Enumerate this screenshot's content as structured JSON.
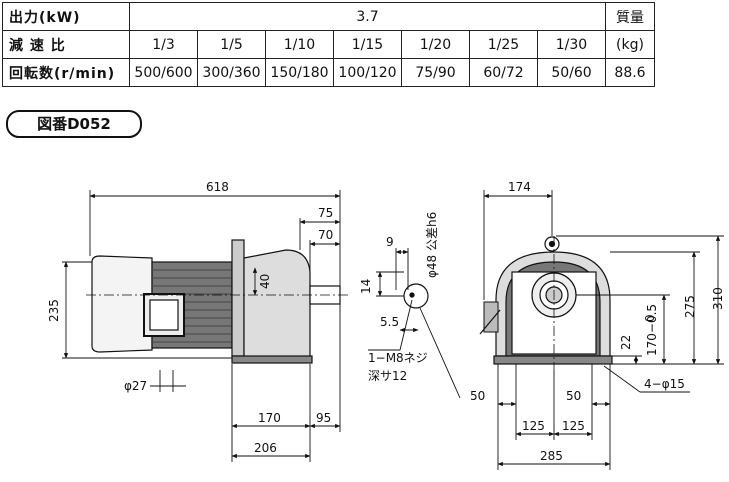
{
  "table": {
    "output_label": "出力(kW)",
    "output_value": "3.7",
    "mass_label": "質量",
    "mass_unit": "(kg)",
    "ratio_label": "減 速 比",
    "ratios": [
      "1/3",
      "1/5",
      "1/10",
      "1/15",
      "1/20",
      "1/25",
      "1/30"
    ],
    "rpm_label": "回転数(r/min)",
    "rpms": [
      "500/600",
      "300/360",
      "150/180",
      "100/120",
      "75/90",
      "60/72",
      "50/60"
    ],
    "mass_value": "88.6"
  },
  "drawing_number": "図番D052",
  "dims": {
    "total_length": "618",
    "d75": "75",
    "d70": "70",
    "h235": "235",
    "d40": "40",
    "phi27": "φ27",
    "d170": "170",
    "d95": "95",
    "d206": "206",
    "key9": "9",
    "key14": "14",
    "key5_5": "5.5",
    "shaft": "φ48 公差h6",
    "tap_line1": "1−M8ネジ",
    "tap_line2": "深サ12",
    "width174": "174",
    "h310": "310",
    "h275": "275",
    "tol": "0",
    "tol_neg": "170−0.5",
    "h22": "22",
    "holes": "4−φ15",
    "d50a": "50",
    "d50b": "50",
    "d125a": "125",
    "d125b": "125",
    "d285": "285"
  }
}
